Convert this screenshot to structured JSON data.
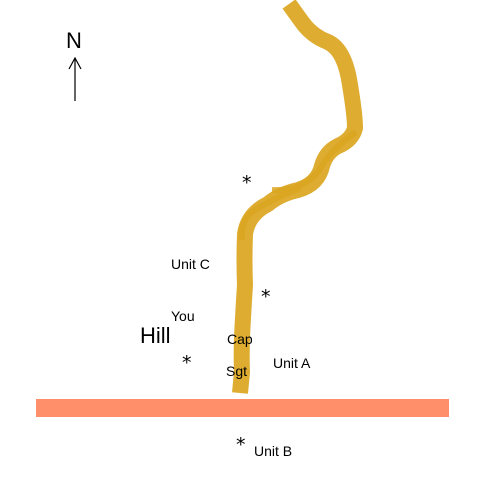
{
  "north_arrow": {
    "label": "N"
  },
  "place_labels": {
    "hill": "Hill"
  },
  "unit_labels": {
    "unit_c": "Unit C",
    "you": "You",
    "cap": "Cap",
    "sgt": "Sgt",
    "unit_a": "Unit A",
    "unit_b": "Unit B"
  },
  "markers": {
    "symbol": "*"
  },
  "colors": {
    "river": "#DAA520",
    "road": "#FF8F6B",
    "north_arrow": "#000000"
  }
}
